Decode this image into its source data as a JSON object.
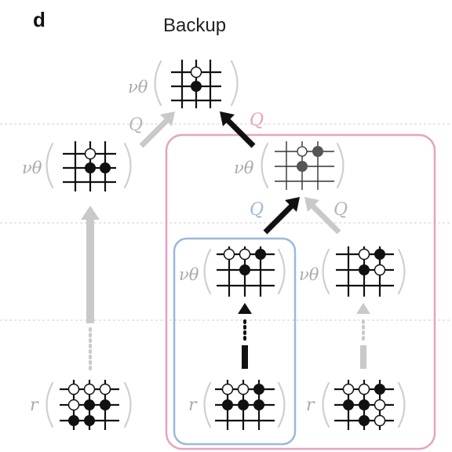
{
  "panel_label": "d",
  "title": "Backup",
  "symbols": {
    "nu_theta": "νθ",
    "r": "r",
    "q": "Q"
  },
  "colors": {
    "pink": "#e7a2c0",
    "blue": "#9db8d9",
    "grey": "#c9c9c9",
    "dark": "#111111",
    "paren": "#c9c9c9"
  }
}
